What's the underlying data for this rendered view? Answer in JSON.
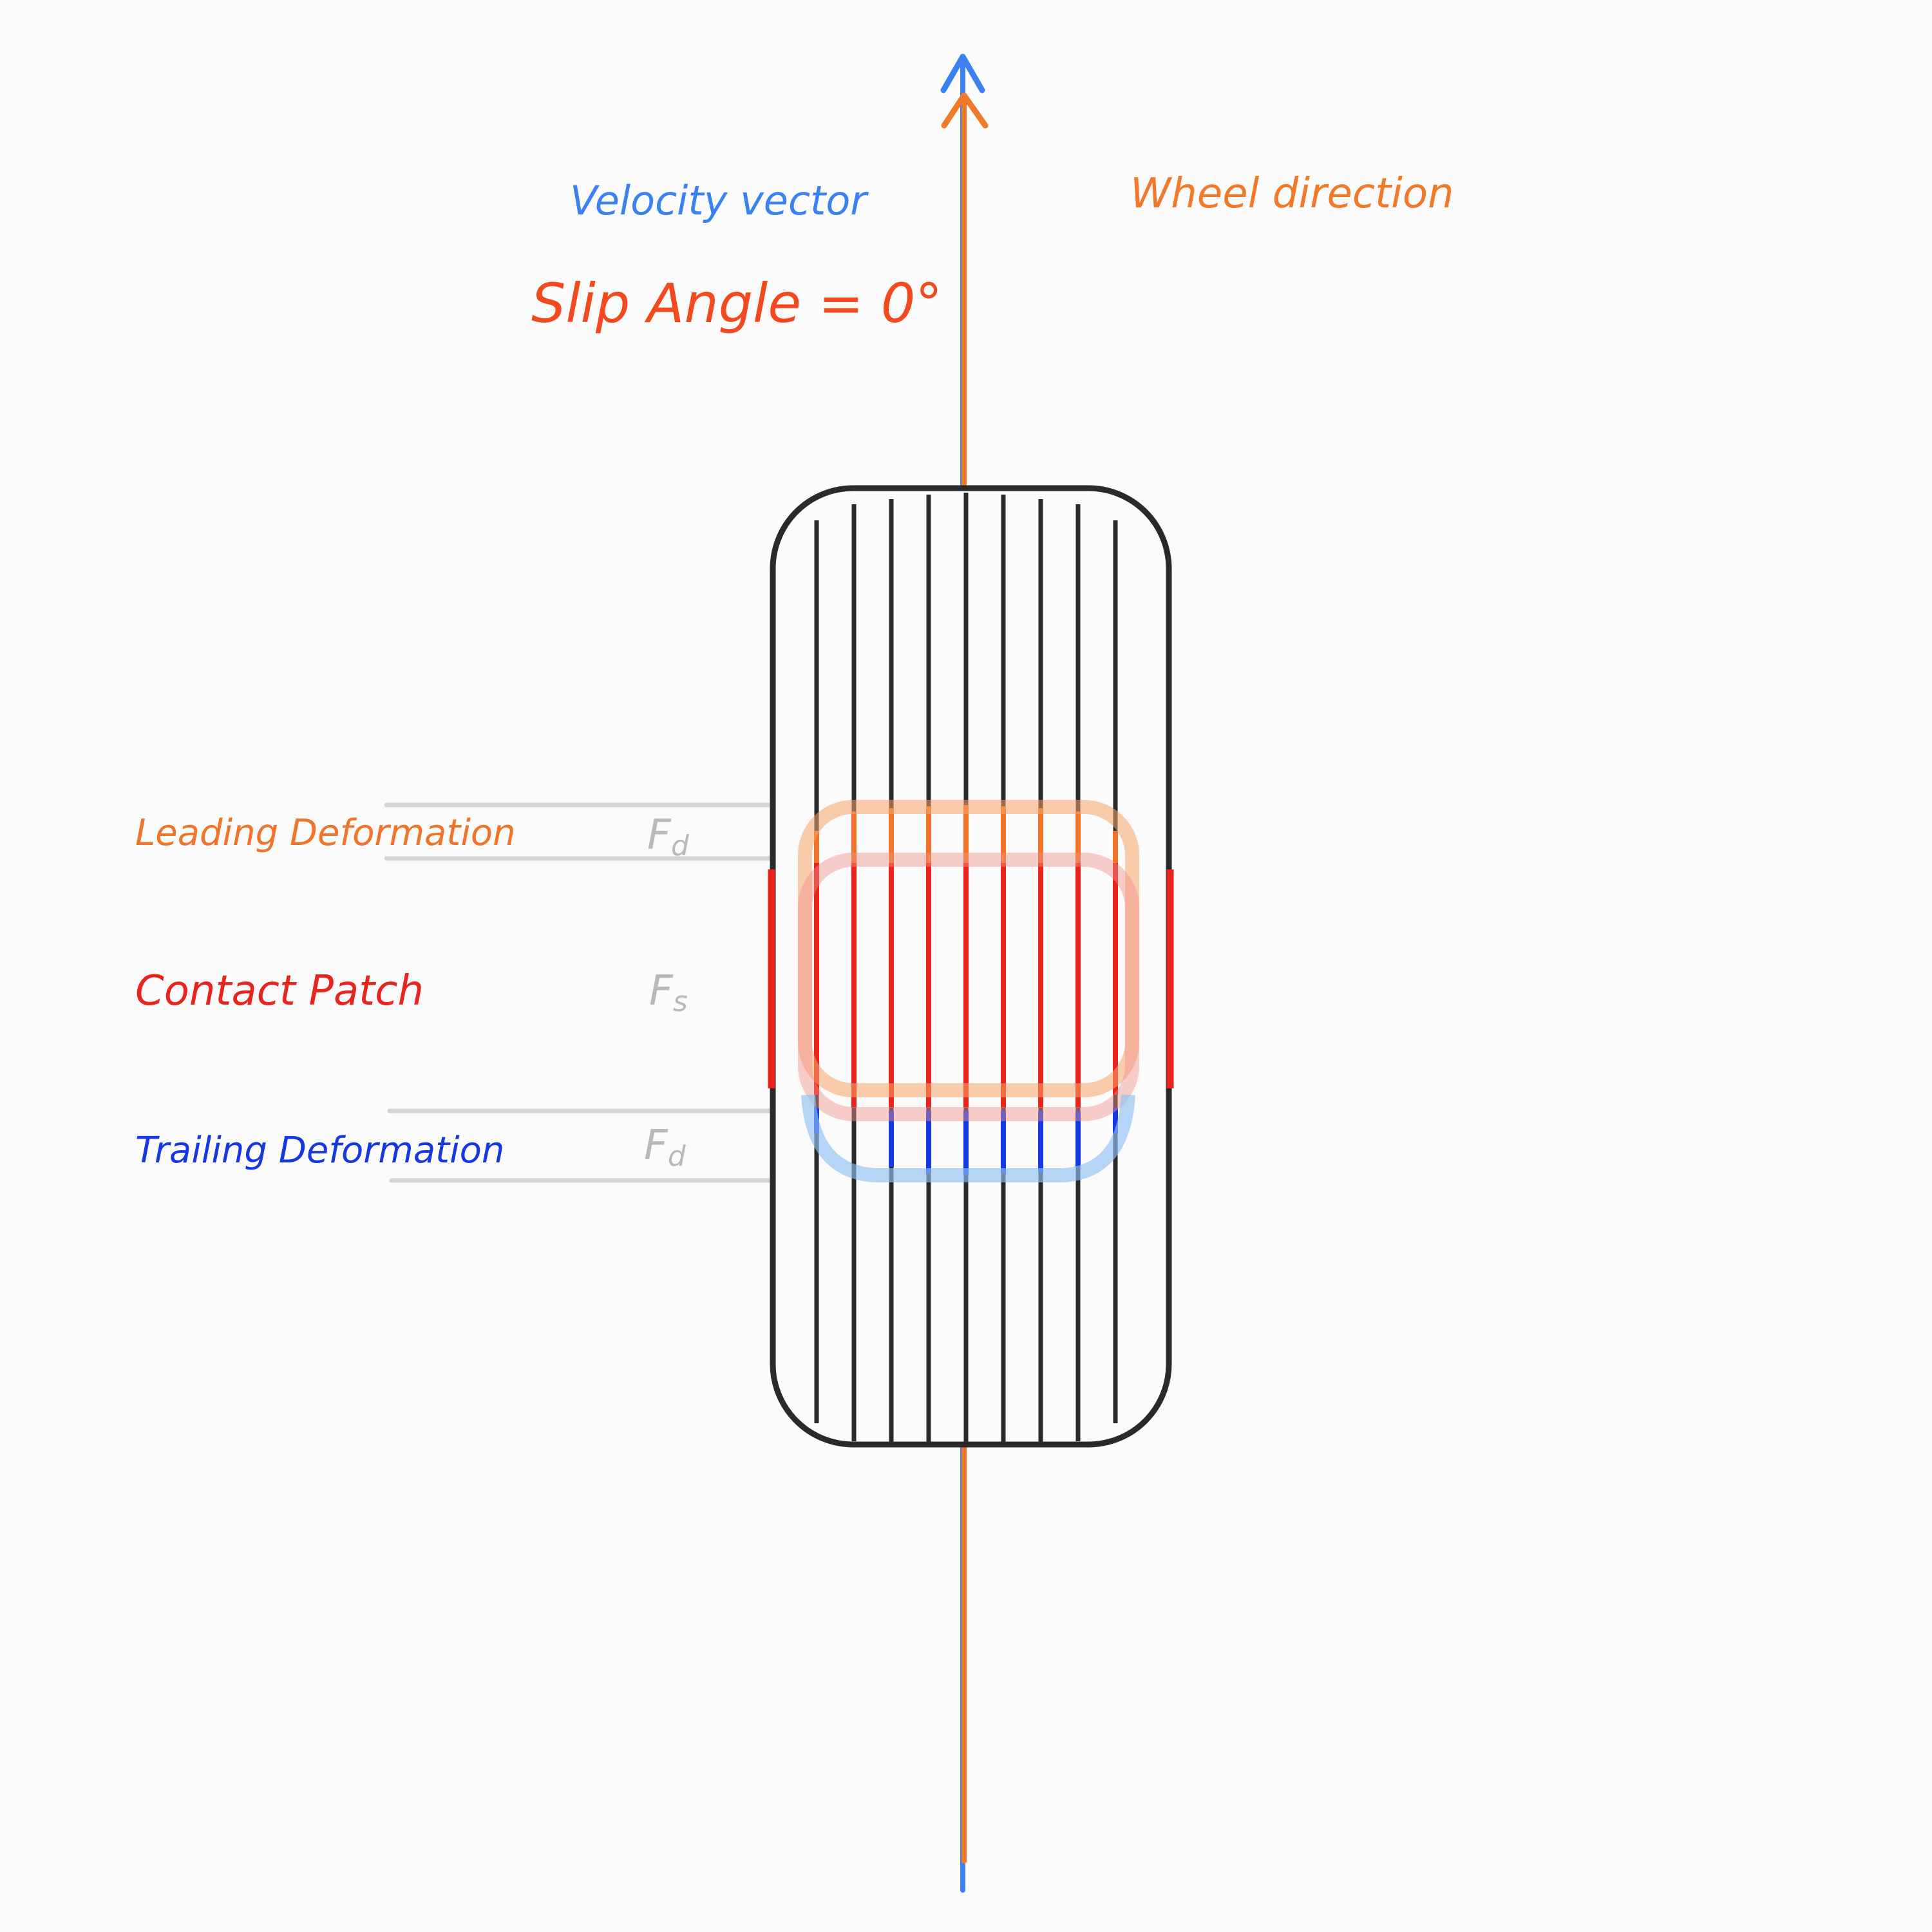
{
  "labels": {
    "velocity_vector": "Velocity vector",
    "wheel_direction": "Wheel direction",
    "slip_angle": "Slip Angle = 0°",
    "leading_deformation": "Leading Deformation",
    "contact_patch": "Contact Patch",
    "trailing_deformation": "Trailing Deformation"
  },
  "forces": {
    "leading": "F",
    "leading_sub": "d",
    "contact": "F",
    "contact_sub": "s",
    "trailing": "F",
    "trailing_sub": "d"
  },
  "colors": {
    "background": "#fbfbfb",
    "velocity": "#3b82f0",
    "wheel_direction": "#f07a2a",
    "slip_angle": "#f04a1e",
    "leading": "#f0742a",
    "contact": "#e8241c",
    "trailing": "#1638e0",
    "tire_outline": "#2a2a2a",
    "force_label": "#b9b9bd",
    "guide_line": "#d6d4da"
  }
}
